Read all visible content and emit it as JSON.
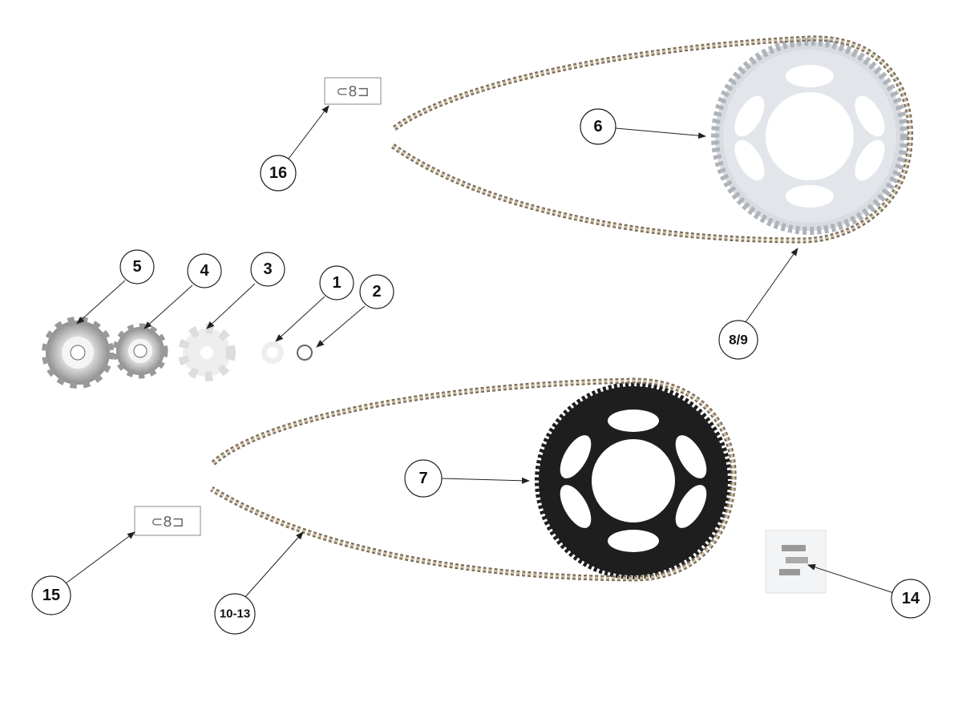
{
  "callouts": {
    "c16": "16",
    "c6": "6",
    "c5": "5",
    "c4": "4",
    "c3": "3",
    "c1": "1",
    "c2": "2",
    "c89": "8/9",
    "c7": "7",
    "c15": "15",
    "c1013": "10-13",
    "c14": "14"
  },
  "colors": {
    "rear_sprocket_alu": "#d8dce0",
    "rear_sprocket_black": "#1e1e1e",
    "chain": "#7a6a55"
  }
}
